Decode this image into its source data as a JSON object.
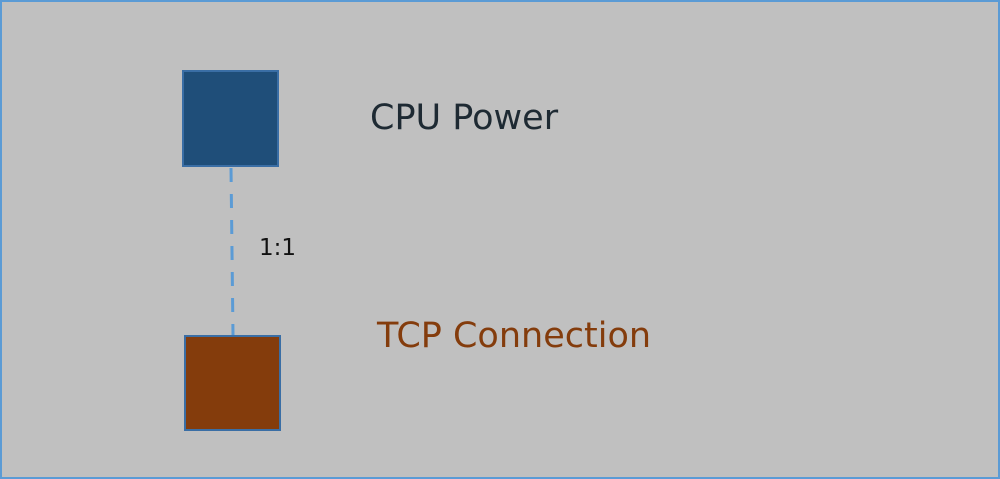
{
  "diagram": {
    "top_node": {
      "label": "CPU Power",
      "fill": "#1f4e79",
      "text_color": "#1e2a33"
    },
    "bottom_node": {
      "label": "TCP Connection",
      "fill": "#843c0c",
      "text_color": "#843c0c"
    },
    "relation": {
      "label": "1:1",
      "line_color": "#5b9bd5",
      "style": "dashed"
    }
  }
}
